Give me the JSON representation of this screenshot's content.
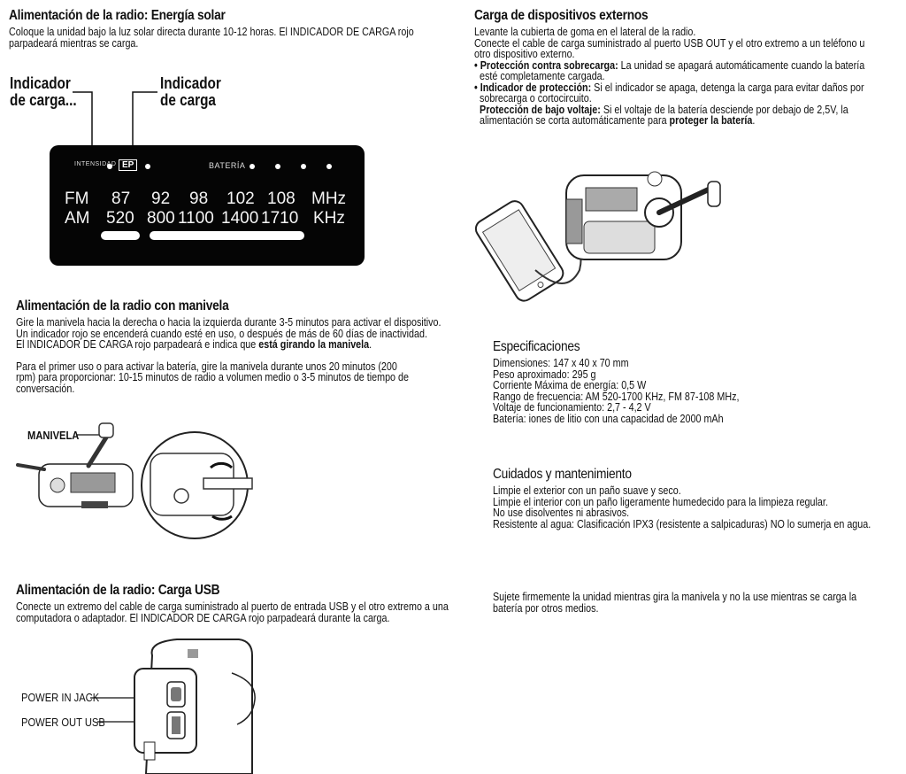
{
  "solar": {
    "title": "Alimentación de la radio: Energía solar",
    "lines": [
      "Coloque la unidad bajo la luz solar directa durante 10-12 horas. El INDICADOR DE CARGA rojo",
      "parpadeará mientras se carga."
    ],
    "callout_left": [
      "Indicador",
      "de carga..."
    ],
    "callout_right": [
      "Indicador",
      "de carga"
    ]
  },
  "display": {
    "indicator_label": "INTENSIDAD",
    "ep_label": "EP",
    "battery_label": "BATERÍA",
    "fm_label": "FM",
    "am_label": "AM",
    "fm_values": [
      "87",
      "92",
      "98",
      "102",
      "108"
    ],
    "am_values": [
      "520",
      "800",
      "1100",
      "1400",
      "1710"
    ],
    "fm_unit": "MHz",
    "am_unit": "KHz"
  },
  "crank": {
    "title": "Alimentación de la radio con manivela",
    "lines": [
      "Gire la manivela hacia la derecha o hacia la izquierda durante 3-5 minutos para activar el dispositivo.",
      "Un indicador rojo se encenderá cuando esté en uso, o después de más de 60 días de inactividad."
    ],
    "line3_plain": "El INDICADOR DE CARGA rojo parpadeará e indica que ",
    "line3_bold": "está girando la manivela",
    "line3_end": ".",
    "para2": [
      "Para el primer uso o para activar la batería, gire la manivela durante unos 20 minutos (200",
      "rpm) para proporcionar: 10-15 minutos de radio a volumen medio o 3-5 minutos de tiempo de",
      "conversación."
    ],
    "crank_label": "MANIVELA"
  },
  "usb": {
    "title": "Alimentación de la radio: Carga USB",
    "lines": [
      "Conecte un extremo del cable de carga suministrado al puerto de entrada USB y el otro extremo a una",
      "computadora o adaptador. El INDICADOR DE CARGA rojo parpadeará durante la carga."
    ],
    "power_in": "POWER IN JACK",
    "power_out": "POWER OUT USB"
  },
  "external": {
    "title": "Carga de dispositivos externos",
    "lines": [
      "Levante la cubierta de goma en el lateral de la radio.",
      "Conecte el cable de carga suministrado al puerto USB OUT y el otro extremo a un teléfono u",
      "otro dispositivo externo."
    ],
    "overcharge_bold": "• Protección contra sobrecarga:",
    "overcharge_text": " La unidad se apagará automáticamente cuando la batería",
    "overcharge_text2": "esté completamente cargada.",
    "protect_bold": "• Indicador de protección:",
    "protect_text": " Si el indicador se apaga, detenga la carga para evitar daños por",
    "protect_text2": "sobrecarga o cortocircuito.",
    "lowvolt_bold": "Protección de bajo voltaje:",
    "lowvolt_text": " Si el voltaje de la batería desciende por debajo de 2,5V, la",
    "lowvolt_text2": "alimentación se corta automáticamente para ",
    "lowvolt_bold2": "proteger la batería",
    "lowvolt_end": "."
  },
  "specs": {
    "title": "Especificaciones",
    "lines": [
      "Dimensiones: 147 x 40 x 70 mm",
      "Peso aproximado: 295 g",
      "Corriente Máxima de energía: 0,5 W",
      "Rango de frecuencia: AM 520-1700 KHz, FM 87-108 MHz, ",
      "Voltaje de funcionamiento: 2,7 - 4,2 V",
      "Batería: iones de litio con una capacidad de 2000 mAh"
    ]
  },
  "care": {
    "title": "Cuidados y mantenimiento",
    "lines": [
      "Limpie el exterior con un paño suave y seco.",
      "Limpie el interior con un paño ligeramente humedecido para la limpieza regular.",
      "No use disolventes ni abrasivos.",
      "Resistente al agua: Clasificación IPX3 (resistente a salpicaduras) NO lo sumerja en agua."
    ]
  },
  "warning": {
    "lines": [
      "Sujete firmemente la unidad mientras gira la manivela y no la use mientras se carga la",
      "batería por otros medios."
    ]
  }
}
